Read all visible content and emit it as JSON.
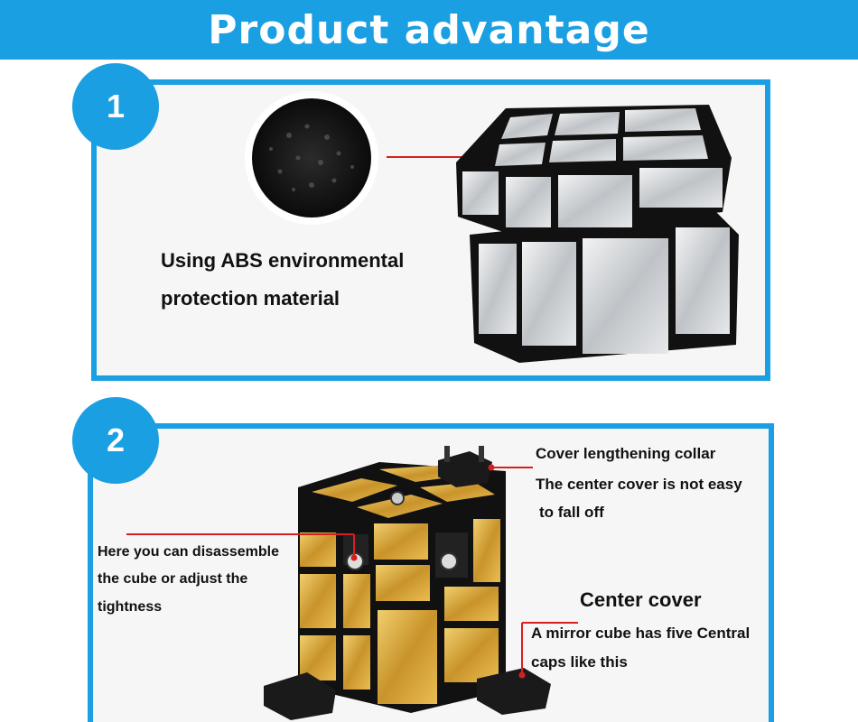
{
  "header": {
    "title": "Product advantage"
  },
  "section1": {
    "number": "1",
    "caption_line1": "Using ABS environmental",
    "caption_line2": "protection material"
  },
  "section2": {
    "number": "2",
    "collar_label": "Cover lengthening collar",
    "collar_desc_line1": "The center cover is not easy",
    "collar_desc_line2": "to fall off",
    "disassemble_line1": "Here you can disassemble",
    "disassemble_line2": "the cube or adjust the",
    "disassemble_line3": "tightness",
    "center_cover_title": "Center cover",
    "center_cover_line1": "A mirror cube has five Central",
    "center_cover_line2": "caps like this"
  },
  "colors": {
    "accent": "#1a9fe3",
    "silver": "#c9cdd1",
    "gold": "#d8a93e",
    "callout_line": "#d62020"
  }
}
